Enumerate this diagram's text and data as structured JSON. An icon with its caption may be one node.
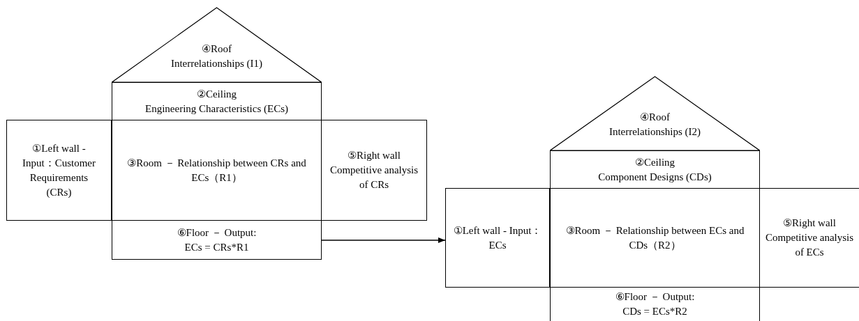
{
  "diagram": {
    "nodes": [
      {
        "text": [
          "④Roof",
          "Interrelationships (I1)"
        ]
      },
      {
        "text": [
          "②Ceiling",
          "Engineering Characteristics (ECs)"
        ]
      },
      {
        "text": [
          "①Left wall - Input：Customer Requirements (CRs)"
        ]
      },
      {
        "text": [
          "③Room － Relationship between CRs and ECs（R1）"
        ]
      },
      {
        "text": [
          "⑤Right wall",
          "Competitive analysis of CRs"
        ]
      },
      {
        "text": [
          "⑥Floor － Output:",
          "ECs = CRs*R1"
        ]
      },
      {
        "text": [
          "④Roof",
          "Interrelationships (I2)"
        ]
      },
      {
        "text": [
          "②Ceiling",
          "Component Designs (CDs)"
        ]
      },
      {
        "text": [
          "①Left wall - Input：ECs"
        ]
      },
      {
        "text": [
          "③Room － Relationship between ECs and CDs（R2）"
        ]
      },
      {
        "text": [
          "⑤Right wall",
          "Competitive analysis of ECs"
        ]
      },
      {
        "text": [
          "⑥Floor － Output:",
          "CDs = ECs*R2"
        ]
      }
    ],
    "edges": [
      {
        "from": 5,
        "to": 8,
        "arrow": "to"
      }
    ]
  }
}
